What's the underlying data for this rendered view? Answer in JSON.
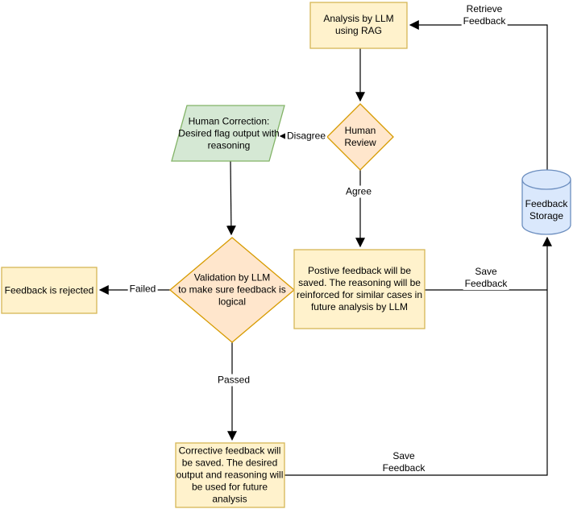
{
  "diagram_type": "flowchart",
  "background": "#FFFFFF",
  "colors": {
    "process_fill": "#FFF2CC",
    "process_stroke": "#D6B656",
    "decision_fill": "#FFE6CC",
    "decision_stroke": "#D79B00",
    "manual_input_fill": "#D5E8D4",
    "manual_input_stroke": "#82B366",
    "storage_fill": "#DAE8FC",
    "storage_stroke": "#6C8EBF",
    "connector": "#000000"
  },
  "nodes": {
    "analysis": {
      "shape": "process-rectangle",
      "label": "Analysis by LLM\nusing RAG"
    },
    "human_review": {
      "shape": "decision-diamond",
      "label": "Human\nReview"
    },
    "human_correction": {
      "shape": "manual-input-parallelogram",
      "label": "Human Correction:\nDesired flag output with\nreasoning"
    },
    "validation": {
      "shape": "decision-diamond",
      "label": "Validation by LLM\nto make sure feedback is\nlogical"
    },
    "feedback_rejected": {
      "shape": "process-rectangle",
      "label": "Feedback is rejected"
    },
    "positive_feedback": {
      "shape": "process-rectangle",
      "label": "Postive feedback will be\nsaved. The reasoning will be\nreinforced for similar cases in\nfuture analysis by LLM"
    },
    "corrective_feedback": {
      "shape": "process-rectangle",
      "label": "Corrective feedback will\nbe saved. The desired\noutput and reasoning will\nbe used for future\nanalysis"
    },
    "feedback_storage": {
      "shape": "database-cylinder",
      "label": "Feedback\nStorage"
    }
  },
  "edges": {
    "retrieve_feedback": {
      "label": "Retrieve\nFeedback",
      "from": "feedback_storage",
      "to": "analysis"
    },
    "analysis_to_review": {
      "label": "",
      "from": "analysis",
      "to": "human_review"
    },
    "disagree": {
      "label": "Disagree",
      "from": "human_review",
      "to": "human_correction"
    },
    "agree": {
      "label": "Agree",
      "from": "human_review",
      "to": "positive_feedback"
    },
    "correction_to_validation": {
      "label": "",
      "from": "human_correction",
      "to": "validation"
    },
    "failed": {
      "label": "Failed",
      "from": "validation",
      "to": "feedback_rejected"
    },
    "passed": {
      "label": "Passed",
      "from": "validation",
      "to": "corrective_feedback"
    },
    "save_feedback_positive": {
      "label": "Save\nFeedback",
      "from": "positive_feedback",
      "to": "feedback_storage"
    },
    "save_feedback_corrective": {
      "label": "Save\nFeedback",
      "from": "corrective_feedback",
      "to": "feedback_storage"
    }
  }
}
